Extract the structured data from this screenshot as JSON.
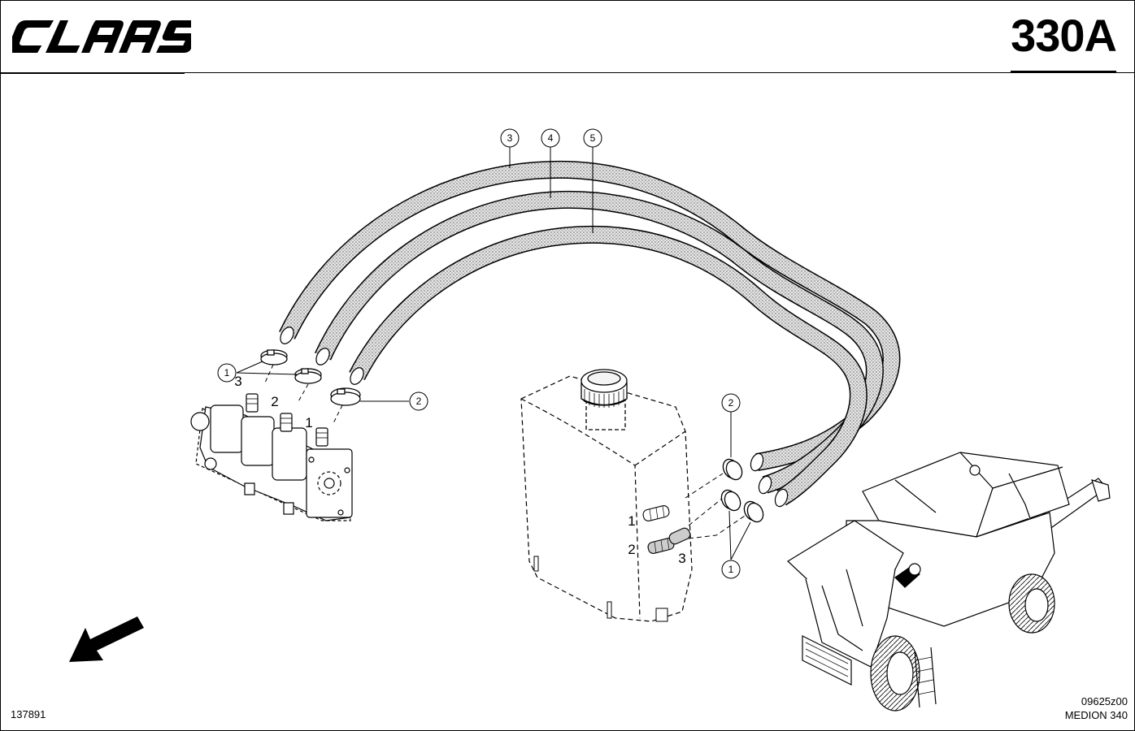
{
  "header": {
    "brand": "CLAAS",
    "sheet_number": "330A"
  },
  "callouts": {
    "hose_3": "3",
    "hose_4": "4",
    "hose_5": "5",
    "clamp_1_left": "1",
    "clamp_2_left": "2",
    "clamp_2_right": "2",
    "clamp_1_right": "1"
  },
  "port_labels": {
    "pump_3": "3",
    "pump_2": "2",
    "pump_1": "1",
    "tank_1": "1",
    "tank_2": "2",
    "tank_3": "3"
  },
  "footer": {
    "figure_id": "137891",
    "drawing_id": "09625z00",
    "model": "MEDION 340"
  }
}
